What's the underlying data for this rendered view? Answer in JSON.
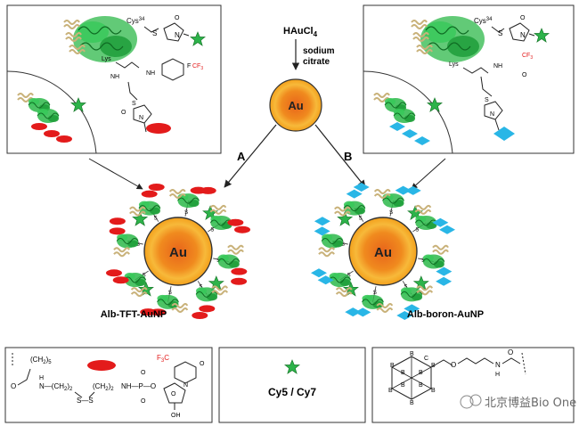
{
  "top_center": {
    "reagent": "HAuCl",
    "reagent_sub": "4",
    "condition_line1": "sodium",
    "condition_line2": "citrate"
  },
  "core": {
    "label": "Au"
  },
  "pathways": {
    "a": "A",
    "b": "B"
  },
  "particles": {
    "left_label": "Alb-TFT-AuNP",
    "right_label": "Alb-boron-AuNP",
    "left_core": "Au",
    "right_core": "Au"
  },
  "top_left_box": {
    "cys_label": "Cys",
    "cys_number": "34",
    "lys_label": "Lys",
    "cf3": "CF",
    "cf3_sub": "3",
    "f_label": "F",
    "nh": "NH",
    "s": "S",
    "n": "N",
    "o": "O"
  },
  "top_right_box": {
    "cys_label": "Cys",
    "cys_number": "34",
    "lys_label": "Lys",
    "cf3": "CF",
    "cf3_sub": "3",
    "o": "O",
    "s": "S",
    "n": "N",
    "nh": "NH"
  },
  "bottom_boxes": {
    "left": {
      "ch2_5": "(CH",
      "ch2_5_sub1": "2",
      "ch2_5_close": ")",
      "ch2_5_sub2": "5",
      "chain_a": "N—(CH",
      "chain_a_sub": "2",
      "chain_a_close": ")",
      "chain_a_sub2": "2",
      "chain_b": "(CH",
      "chain_b_sub": "2",
      "chain_b_close": ")",
      "chain_b_sub2": "2",
      "nh_p": "NH—P—O",
      "ss": "S—S",
      "o_minus": "O",
      "oh": "OH",
      "f3c": "F",
      "f3c_sub": "3",
      "f3c_c": "C",
      "h_label": "H",
      "o_label": "O",
      "n_label": "N",
      "ch2_5_mark": "H"
    },
    "middle": {
      "label": "Cy5 / Cy7"
    },
    "right": {
      "b_atoms": [
        "B",
        "B",
        "B",
        "B",
        "B",
        "B",
        "B",
        "B",
        "B",
        "B"
      ],
      "c_label": "C",
      "o_label": "O",
      "n_label": "N",
      "h_label": "H"
    }
  },
  "watermark": "北京博益Bio One",
  "colors": {
    "au_outer": "#f5a623",
    "au_inner": "#e8641b",
    "protein_green": "#2db84a",
    "label_red": "#e31b1b",
    "label_blue": "#29b6e6",
    "star_green": "#2db34a",
    "tan": "#c9b27a"
  }
}
